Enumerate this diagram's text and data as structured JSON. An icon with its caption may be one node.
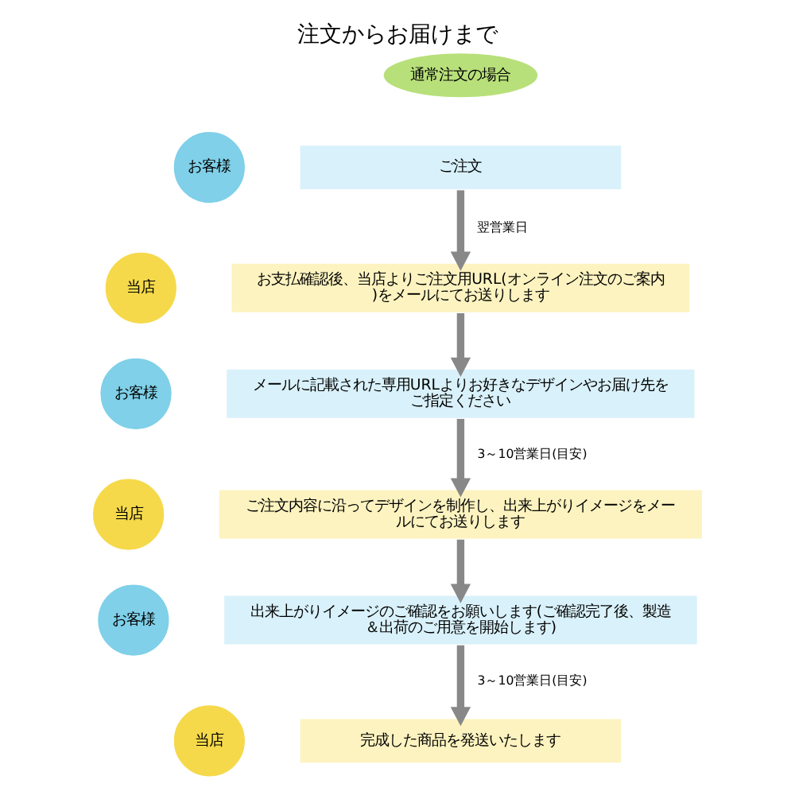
{
  "diagram": {
    "title": "注文からお届けまで",
    "nodes": [
      {
        "text": [
          "通常注文の場合"
        ]
      },
      {
        "text": [
          "お客様"
        ]
      },
      {
        "text": [
          "ご注文"
        ]
      },
      {
        "text": [
          "当店"
        ]
      },
      {
        "text": [
          "お支払確認後、当店よりご注文用URL(オンライン注文のご案内)をメールにてお送りします"
        ]
      },
      {
        "text": [
          "お客様"
        ]
      },
      {
        "text": [
          "メールに記載された専用URLよりお好きなデザインやお届け先をご指定ください"
        ]
      },
      {
        "text": [
          "当店"
        ]
      },
      {
        "text": [
          "ご注文内容に沿ってデザインを制作し、出来上がりイメージをメールにてお送りします"
        ]
      },
      {
        "text": [
          "お客様"
        ]
      },
      {
        "text": [
          "出来上がりイメージのご確認をお願いします(ご確認完了後、製造＆出荷のご用意を開始します)"
        ]
      },
      {
        "text": [
          "当店"
        ]
      },
      {
        "text": [
          "完成した商品を発送いたします"
        ]
      }
    ],
    "edges": [
      {
        "from": 2,
        "to": 4,
        "arrow": "to",
        "label": "翌営業日"
      },
      {
        "from": 4,
        "to": 6,
        "arrow": "to"
      },
      {
        "from": 6,
        "to": 8,
        "arrow": "to",
        "label": "3～10営業日(目安)"
      },
      {
        "from": 8,
        "to": 10,
        "arrow": "to"
      },
      {
        "from": 10,
        "to": 12,
        "arrow": "to",
        "label": "3～10営業日(目安)"
      }
    ]
  }
}
